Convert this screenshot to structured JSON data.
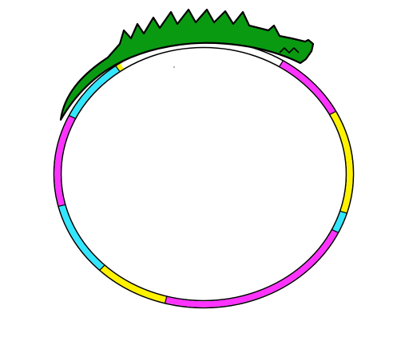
{
  "illustration": {
    "subject": "crocodile-on-ring",
    "colors": {
      "background": "#ffffff",
      "outline": "#000000",
      "crocodile": "#0a9a12",
      "magenta": "#ff33ff",
      "yellow": "#fff200",
      "cyan": "#33e6ff"
    },
    "ring_segments": [
      {
        "color": "magenta"
      },
      {
        "color": "yellow"
      },
      {
        "color": "cyan"
      },
      {
        "color": "magenta"
      },
      {
        "color": "yellow"
      },
      {
        "color": "cyan"
      },
      {
        "color": "magenta"
      },
      {
        "color": "cyan"
      },
      {
        "color": "yellow"
      }
    ]
  }
}
